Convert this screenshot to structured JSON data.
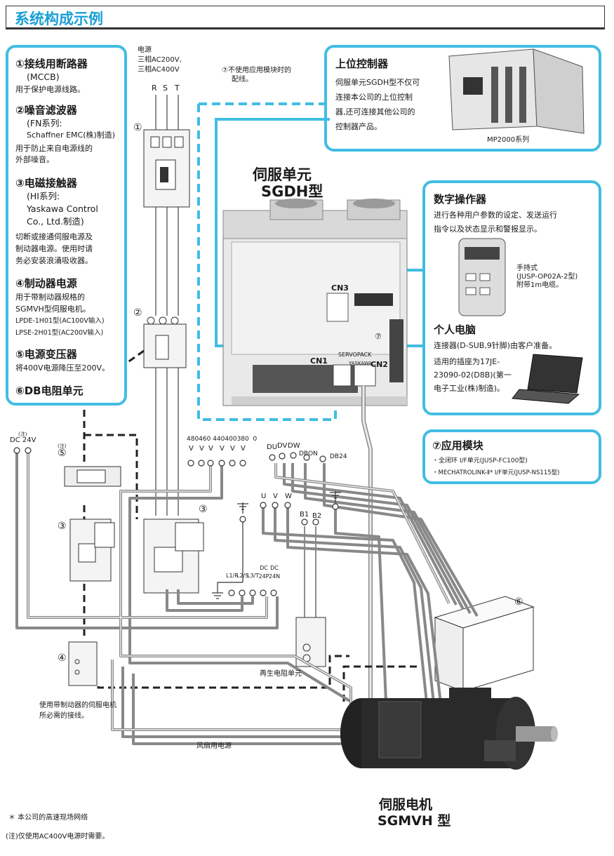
{
  "section_title": "系统构成示例",
  "left_box": {
    "i1_title": "①接线用断路器",
    "i1_sub": "(MCCB)",
    "i1_desc": "用于保护电源线路。",
    "i2_title": "②噪音滤波器",
    "i2_sub1": "(FN系列:",
    "i2_sub2": "Schaffner EMC(株)制造)",
    "i2_desc1": "用于防止来自电源线的",
    "i2_desc2": "外部噪音。",
    "i3_title": "③电磁接触器",
    "i3_sub1": "(HI系列:",
    "i3_sub2": "Yaskawa Control",
    "i3_sub3": "Co., Ltd.制造)",
    "i3_desc1": "切断或接通伺服电源及",
    "i3_desc2": "制动器电源。使用时请",
    "i3_desc3": "务必安装浪涌吸收器。",
    "i4_title": "④制动器电源",
    "i4_desc1": "用于带制动器规格的",
    "i4_desc2": "SGMVH型伺服电机。",
    "i4_desc3": "LPDE-1H01型(AC100V输入)",
    "i4_desc4": "LPSE-2H01型(AC200V输入)",
    "i5_title": "⑤电源变压器",
    "i5_desc": "将400V电源降压至200V。",
    "i6_title": "⑥DB电阻单元"
  },
  "power": {
    "l1": "电源",
    "l2": "三相AC200V,",
    "l3": "三相AC400V",
    "r": "R",
    "s": "S",
    "t": "T"
  },
  "note7": {
    "l1": "⑦不使用应用模块时的",
    "l2": "配线。"
  },
  "controller": {
    "title": "上位控制器",
    "l1": "伺服单元SGDH型不仅可",
    "l2": "连接本公司的上位控制",
    "l3": "器,还可连接其他公司的",
    "l4": "控制器产品。",
    "caption": "MP2000系列"
  },
  "servo_unit": {
    "l1": "伺服单元",
    "l2": "SGDH型",
    "brand": "SERVOPACK",
    "maker": "YASKAWA",
    "cn1": "CN1",
    "cn2": "CN2",
    "cn3": "CN3",
    "c7": "⑦"
  },
  "operator": {
    "title": "数字操作器",
    "l1": "进行各种用户参数的设定、发送运行",
    "l2": "指令以及状态显示和警报显示。",
    "hand1": "手持式",
    "hand2": "(JUSP-OP02A-2型)",
    "hand3": "附带1m电缆。",
    "pc_title": "个人电脑",
    "pc1": "连接器(D-SUB,9针脚)由客户准备。",
    "pc2": "适用的插座为17JE-",
    "pc3": "23090-02(D8B)(第一",
    "pc4": "电子工业(株)制造)。"
  },
  "module": {
    "title": "⑦应用模块",
    "l1": "・全闭环 I/F单元(JUSP-FC100型)",
    "l2": "・MECHATROLINK-Ⅱ* I/F单元(JUSP-NS115型)"
  },
  "terminals": {
    "dc24": "DC 24V",
    "note": "(注)",
    "volts_nums": "480460 440400380  0",
    "v": "V",
    "du": "DU",
    "dv": "DV",
    "dw": "DW",
    "dbon": "DBON",
    "db24": "DB24",
    "u": "U",
    "vv": "V",
    "w": "W",
    "b1": "B1",
    "b2": "B2",
    "l1r": "L1/R",
    "l2s": "L2/S",
    "l3t": "L3/T",
    "dc24p": "DC 24P",
    "dc24n": "DC 24N"
  },
  "circ": {
    "c1": "①",
    "c2": "②",
    "c3a": "③",
    "c3b": "③",
    "c4": "④",
    "c5": "⑤",
    "c6": "⑥"
  },
  "regen": "再生电阻单元",
  "brake_note1": "使用带制动器的伺服电机",
  "brake_note2": "所必需的接线。",
  "fan": "风扇用电源",
  "motor": {
    "l1": "伺服电机",
    "l2": "SGMVH 型"
  },
  "footnote1": "＊ 本公司的高速现场网络",
  "footnote2": "(注)仅使用AC400V电源时需要。",
  "colors": {
    "accent": "#41bde3",
    "title": "#1a9fd6"
  }
}
